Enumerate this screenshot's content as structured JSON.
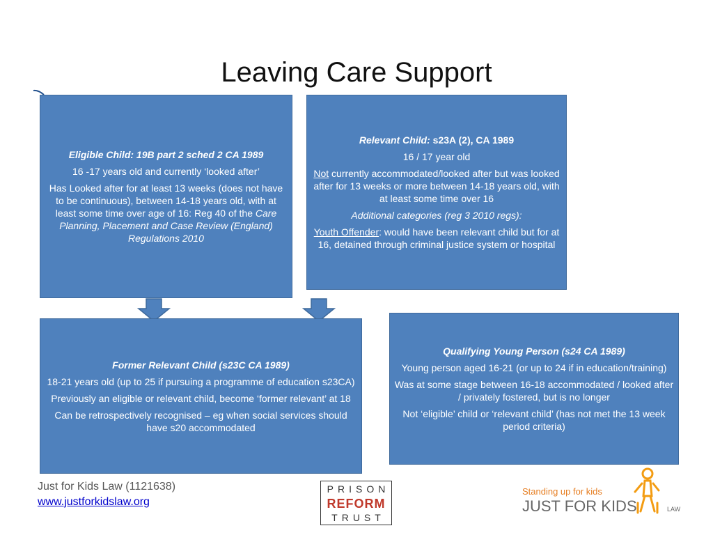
{
  "slide": {
    "title": "Leaving Care Support"
  },
  "boxes": {
    "eligible": {
      "heading": "Eligible Child: 19B part 2 sched 2 CA 1989",
      "line1": "16 -17 years old and currently ‘looked after’",
      "line2_text": "Has Looked after for at least 13 weeks (does not have to be continuous), between 14-18 years old, with at least some time over age of 16: Reg 40 of the ",
      "line2_italic": "Care Planning, Placement and Case Review (England) Regulations 2010"
    },
    "relevant": {
      "heading_italic": "Relevant Child:",
      "heading_rest": " s23A (2), CA 1989",
      "line1": "16 / 17 year old",
      "line2_underline": "Not",
      "line2_rest": " currently accommodated/looked after but was looked after for 13 weeks or more between 14-18 years old, with at least some time over 16",
      "line3": "Additional categories (reg 3 2010 regs):",
      "line4_underline": "Youth Offender",
      "line4_rest": ": would have been relevant child but for at 16, detained through criminal justice system or hospital"
    },
    "former": {
      "heading": "Former Relevant Child (s23C CA 1989)",
      "line1": "18-21 years old (up to 25 if pursuing a programme of education s23CA)",
      "line2": "Previously an eligible or relevant child, become ‘former relevant’ at 18",
      "line3": "Can be retrospectively recognised – eg when social services should have s20 accommodated"
    },
    "qualifying": {
      "heading": "Qualifying Young Person (s24 CA 1989)",
      "line1": "Young person aged 16-21 (or up to 24 if in education/training)",
      "line2": "Was at some stage between 16-18 accommodated / looked after / privately fostered, but is no longer",
      "line3": "Not ‘eligible’ child or ‘relevant child’ (has not met the 13 week period criteria)"
    }
  },
  "footer": {
    "org": "Just for Kids Law (1121638)",
    "url": "www.justforkidslaw.org"
  },
  "logos": {
    "prt": {
      "line1": "PRISON",
      "line2": "REFORM",
      "line3": "TRUST"
    },
    "jfk": {
      "tagline": "Standing up for kids",
      "name": "JUST FOR KIDS",
      "suffix": "LAW"
    }
  },
  "colors": {
    "box_fill": "#4f81bd",
    "box_border": "#3f6a9c",
    "arrow_fill": "#4f81bd",
    "prt_reform": "#c0392b",
    "jfk_orange": "#f39c12"
  }
}
